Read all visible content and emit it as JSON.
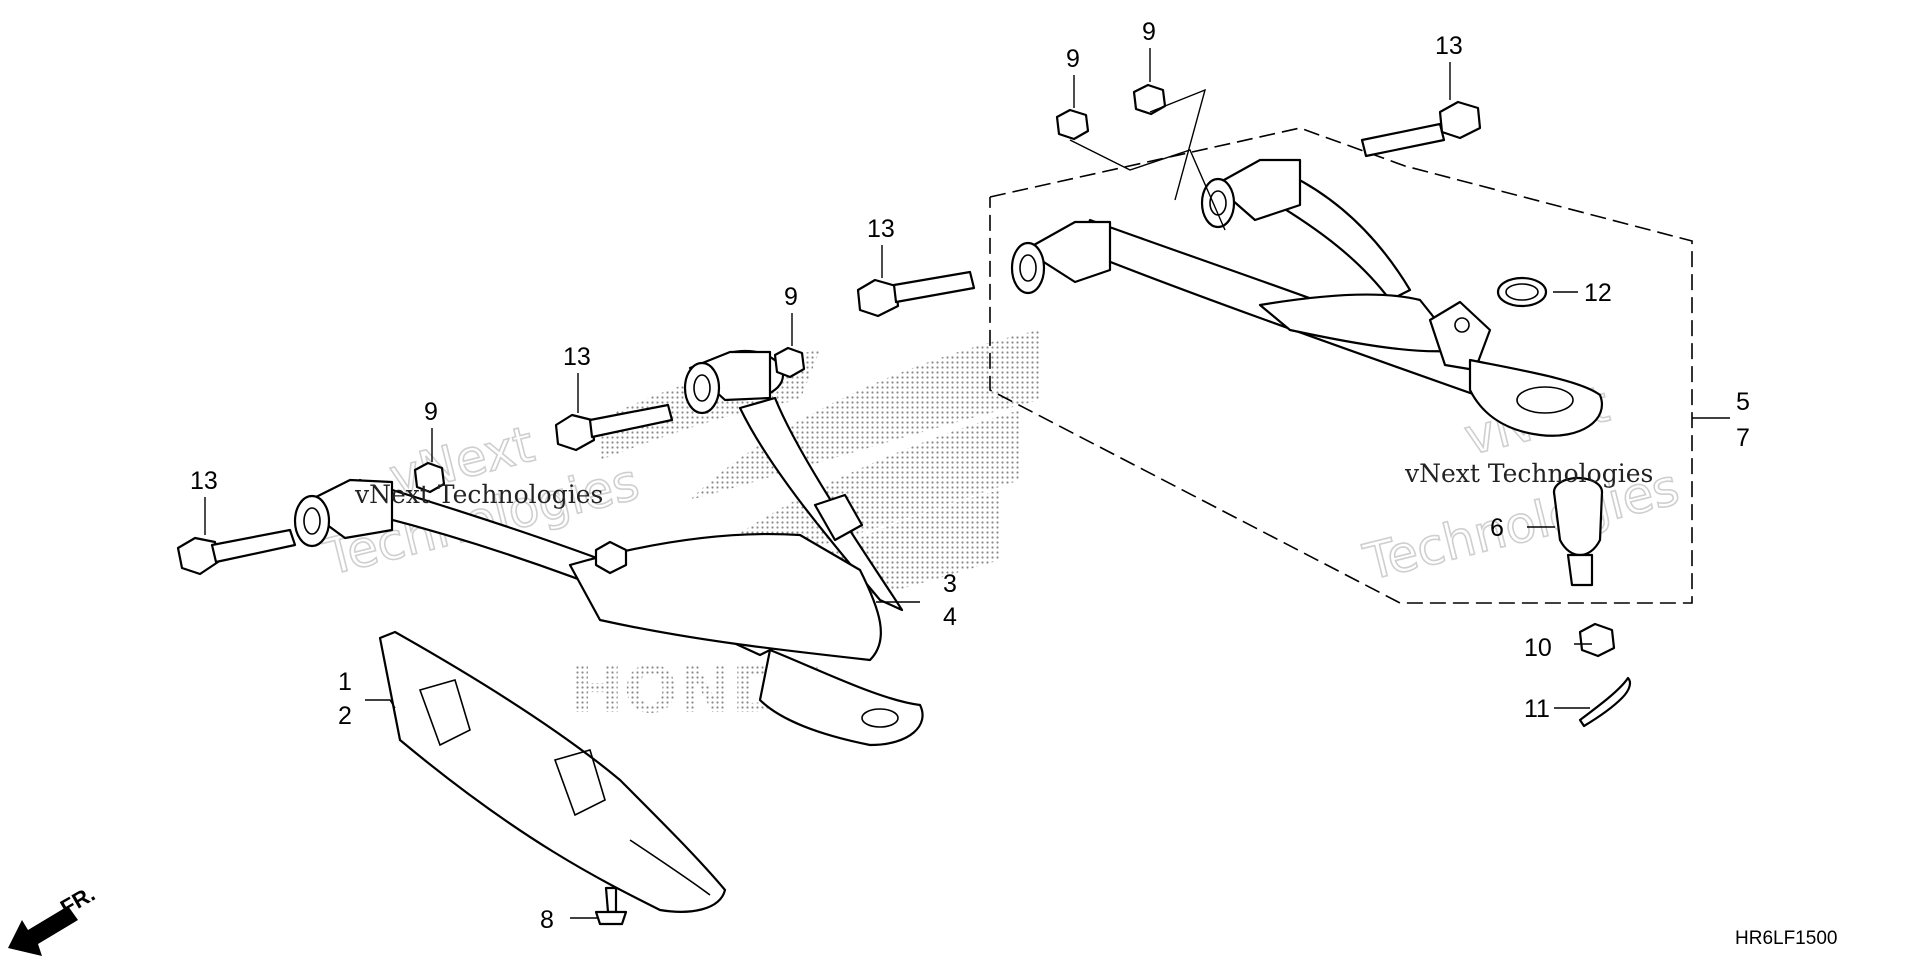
{
  "diagram": {
    "code": "HR6LF1500",
    "direction_label": "FR.",
    "brand_logo": "HONDA",
    "watermark": {
      "text_inline": "vNext Technologies",
      "text_big_line1": "vNext",
      "text_big_line2": "Technologies"
    },
    "callouts": [
      {
        "id": "c1",
        "text": "1"
      },
      {
        "id": "c2",
        "text": "2"
      },
      {
        "id": "c3",
        "text": "3"
      },
      {
        "id": "c4",
        "text": "4"
      },
      {
        "id": "c5",
        "text": "5"
      },
      {
        "id": "c6",
        "text": "6"
      },
      {
        "id": "c7",
        "text": "7"
      },
      {
        "id": "c8",
        "text": "8"
      },
      {
        "id": "c9a",
        "text": "9"
      },
      {
        "id": "c9b",
        "text": "9"
      },
      {
        "id": "c9c",
        "text": "9"
      },
      {
        "id": "c9d",
        "text": "9"
      },
      {
        "id": "c10",
        "text": "10"
      },
      {
        "id": "c11",
        "text": "11"
      },
      {
        "id": "c12",
        "text": "12"
      },
      {
        "id": "c13a",
        "text": "13"
      },
      {
        "id": "c13b",
        "text": "13"
      },
      {
        "id": "c13c",
        "text": "13"
      },
      {
        "id": "c13d",
        "text": "13"
      }
    ]
  }
}
